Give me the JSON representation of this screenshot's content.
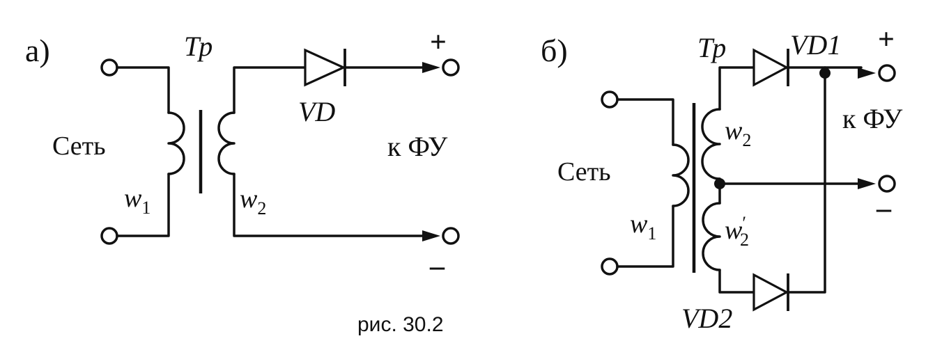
{
  "caption": "рис. 30.2",
  "panel_a": {
    "label": "а)",
    "transformer_label": "Тр",
    "source_label": "Сеть",
    "primary_winding": "w",
    "primary_sub": "1",
    "secondary_winding": "w",
    "secondary_sub": "2",
    "diode_label": "VD",
    "output_label": "к ФУ",
    "plus": "+",
    "minus": "–"
  },
  "panel_b": {
    "label": "б)",
    "transformer_label": "Тр",
    "source_label": "Сеть",
    "primary_winding": "w",
    "primary_sub": "1",
    "secondary_upper": "w",
    "secondary_upper_sub": "2",
    "secondary_lower": "w",
    "secondary_lower_sub": "2",
    "secondary_lower_prime": "′",
    "diode1_label": "VD1",
    "diode2_label": "VD2",
    "output_label": "к ФУ",
    "plus": "+",
    "minus": "–"
  }
}
